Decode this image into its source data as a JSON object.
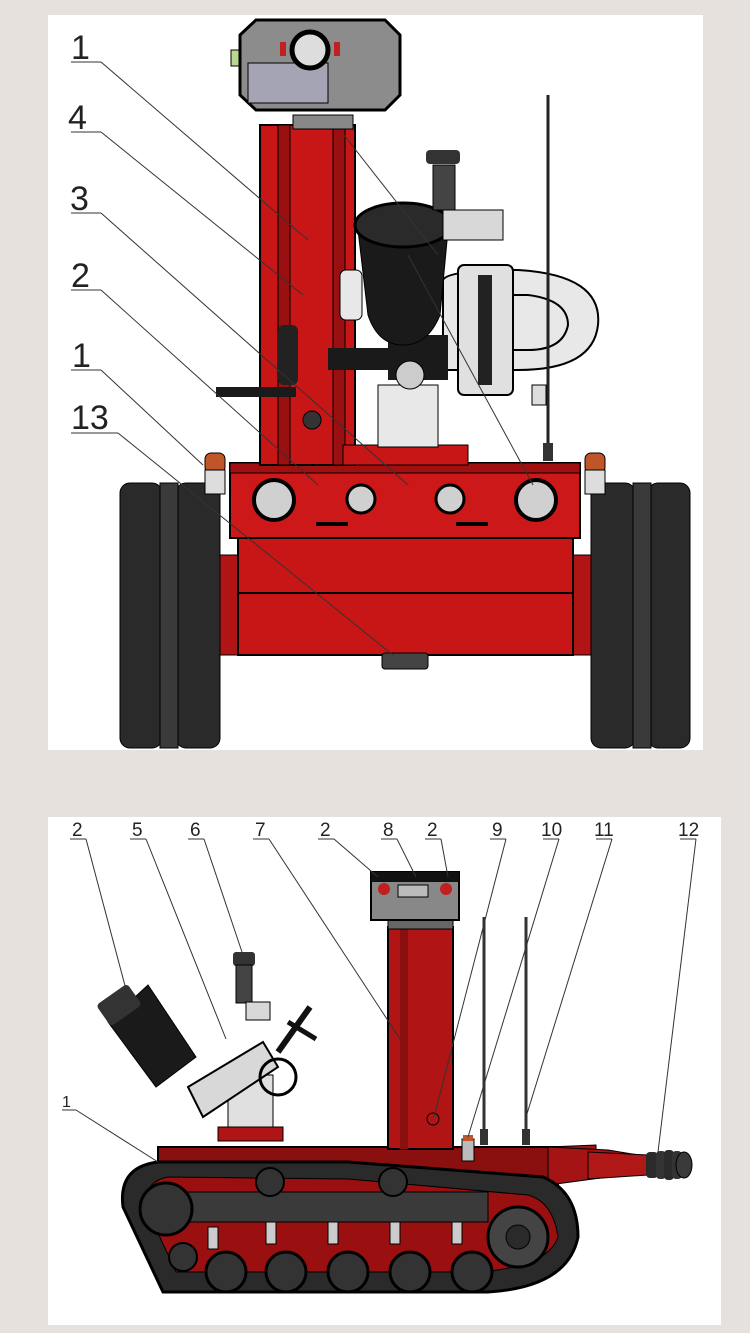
{
  "figure": {
    "subject": "Firefighting robot engineering drawing",
    "colors": {
      "body_red": "#c41414",
      "dark_red": "#8a1010",
      "track_black": "#2a2a2a",
      "camera_gray": "#8c8c8c",
      "nozzle_white": "#e8e8e8",
      "gauge_gray": "#d0d0d0",
      "background": "#e6e1dc",
      "panel_bg": "#ffffff"
    }
  },
  "front_view": {
    "labels": [
      "1",
      "4",
      "3",
      "2",
      "1",
      "13"
    ]
  },
  "side_view": {
    "top_labels": [
      "2",
      "5",
      "6",
      "7",
      "2",
      "8",
      "2",
      "9",
      "10",
      "11",
      "12"
    ],
    "side_label": "1"
  }
}
